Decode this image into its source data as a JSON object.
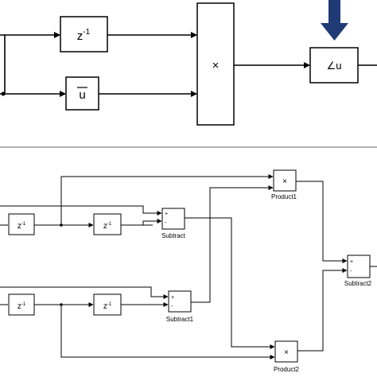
{
  "colors": {
    "highlight_arrow": "#1f3a75",
    "line": "#000000",
    "divider": "#666666"
  },
  "top": {
    "delay_label": "z",
    "delay_exp": "-1",
    "mean_label": "u",
    "product_symbol": "×",
    "angle_label": "∠u"
  },
  "bottom": {
    "delay_label": "z",
    "delay_exp": "-1",
    "product_symbol": "×",
    "plus": "+",
    "minus": "-",
    "captions": {
      "product1": "Product1",
      "product2": "Product2",
      "subtract": "Subtract",
      "subtract1": "Subtract1",
      "subtract2": "Subtract2"
    }
  }
}
